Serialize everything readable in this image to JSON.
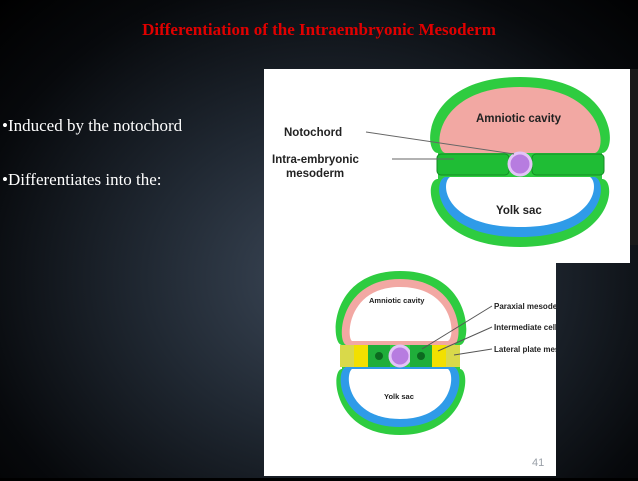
{
  "slide": {
    "title": "Differentiation of the Intraembryonic Mesoderm",
    "bullets": [
      "•Induced by the notochord",
      "•Differentiates into the:"
    ],
    "page_number": "41"
  },
  "figure_top": {
    "labels": {
      "amniotic_cavity": "Amniotic cavity",
      "notochord": "Notochord",
      "mesoderm_line1": "Intra-embryonic",
      "mesoderm_line2": "mesoderm",
      "yolk_sac": "Yolk sac"
    }
  },
  "figure_bottom": {
    "labels": {
      "amniotic_cavity": "Amniotic cavity",
      "paraxial": "Paraxial mesoderm",
      "intermediate": "Intermediate cell mass",
      "lateral": "Lateral plate mesoderm",
      "yolk_sac": "Yolk sac"
    }
  },
  "colors": {
    "title": "#e00000",
    "amnion_fill": "#f2a8a3",
    "yolk_fill": "#2f9be8",
    "outer_green": "#2ecc40",
    "notochord": "#b77ce0",
    "paraxial": "#1fae3a",
    "intermediate": "#f2e000",
    "lateral": "#d9d94a"
  }
}
